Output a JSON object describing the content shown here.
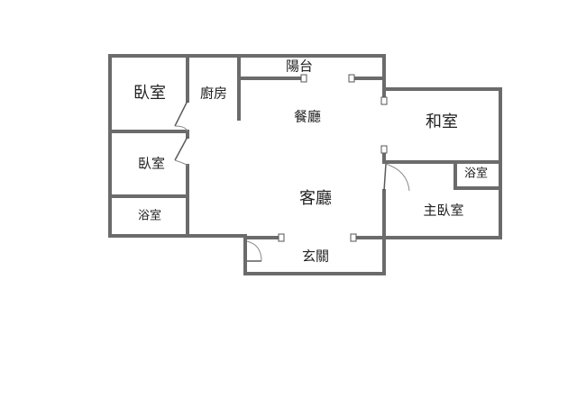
{
  "rooms": {
    "bedroom_top": "臥室",
    "bedroom_mid": "臥室",
    "bath_left": "浴室",
    "kitchen": "廚房",
    "balcony": "陽台",
    "dining": "餐廳",
    "japanese_room": "和室",
    "bath_right": "浴室",
    "living": "客廳",
    "master_bedroom": "主臥室",
    "entrance": "玄關"
  }
}
